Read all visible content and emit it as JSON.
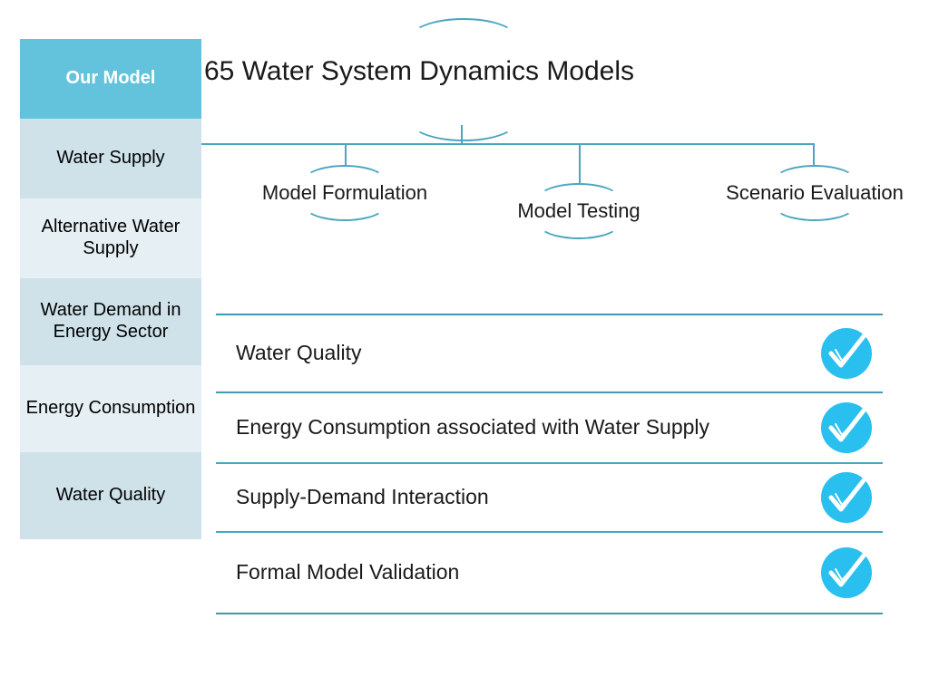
{
  "sidebar": {
    "items": [
      {
        "label": "Our Model",
        "style": "header"
      },
      {
        "label": "Water Supply",
        "style": "light"
      },
      {
        "label": "Alternative Water Supply",
        "style": "lighter"
      },
      {
        "label": "Water Demand in Energy Sector",
        "style": "light"
      },
      {
        "label": "Energy Consumption",
        "style": "lighter"
      },
      {
        "label": "Water Quality",
        "style": "light"
      }
    ]
  },
  "diagram": {
    "title": "65 Water System Dynamics Models",
    "nodes": [
      {
        "label": "Model Formulation"
      },
      {
        "label": "Model Testing"
      },
      {
        "label": "Scenario Evaluation"
      }
    ]
  },
  "checklist": {
    "items": [
      {
        "label": "Water Quality",
        "icon": "check-mark-icon"
      },
      {
        "label": "Energy Consumption associated with Water Supply",
        "icon": "check-mark-icon"
      },
      {
        "label": "Supply-Demand Interaction",
        "icon": "check-mark-icon"
      },
      {
        "label": "Formal Model Validation",
        "icon": "check-mark-icon"
      }
    ]
  },
  "colors": {
    "accent": "#4aa6bf",
    "header_fill": "#63c3dc",
    "cell_light": "#cfe2ea",
    "cell_lighter": "#e6eff4",
    "badge": "#29c0ef",
    "rule": "#3f9cae"
  }
}
